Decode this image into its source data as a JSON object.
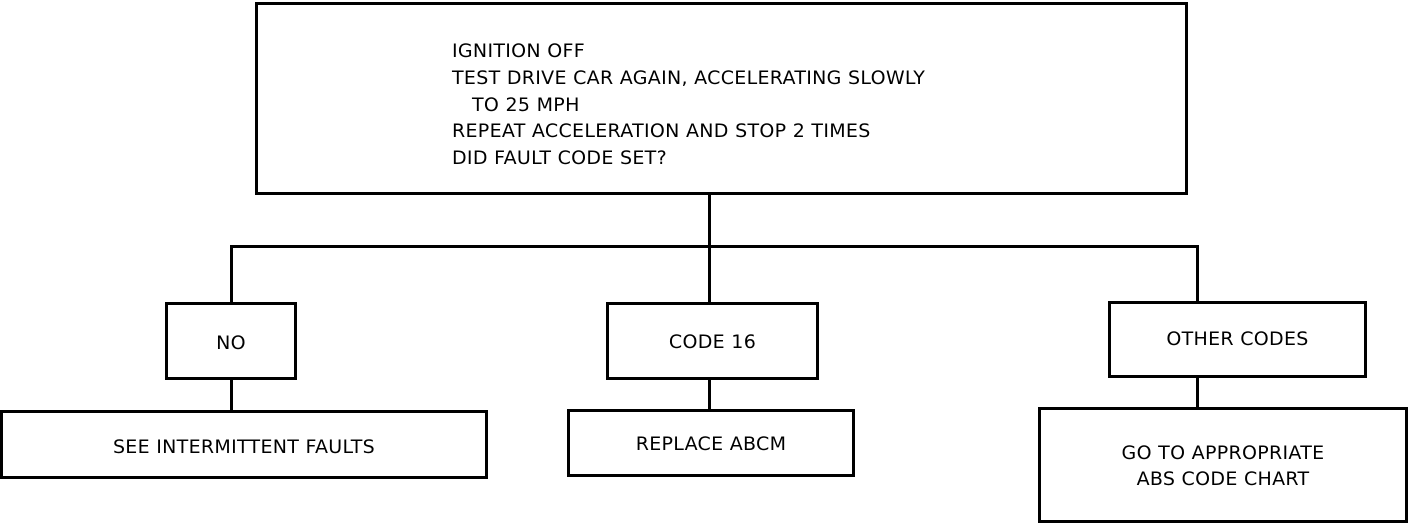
{
  "question": {
    "lines": [
      "IGNITION OFF",
      "TEST DRIVE CAR AGAIN, ACCELERATING SLOWLY",
      "TO 25 MPH",
      "REPEAT ACCELERATION AND STOP 2 TIMES",
      "DID FAULT CODE SET?"
    ]
  },
  "branches": {
    "no": {
      "label": "NO",
      "action": "SEE INTERMITTENT FAULTS"
    },
    "code16": {
      "label": "CODE 16",
      "action": "REPLACE ABCM"
    },
    "other": {
      "label": "OTHER CODES",
      "action_line1": "GO TO APPROPRIATE",
      "action_line2": "ABS CODE CHART"
    }
  }
}
